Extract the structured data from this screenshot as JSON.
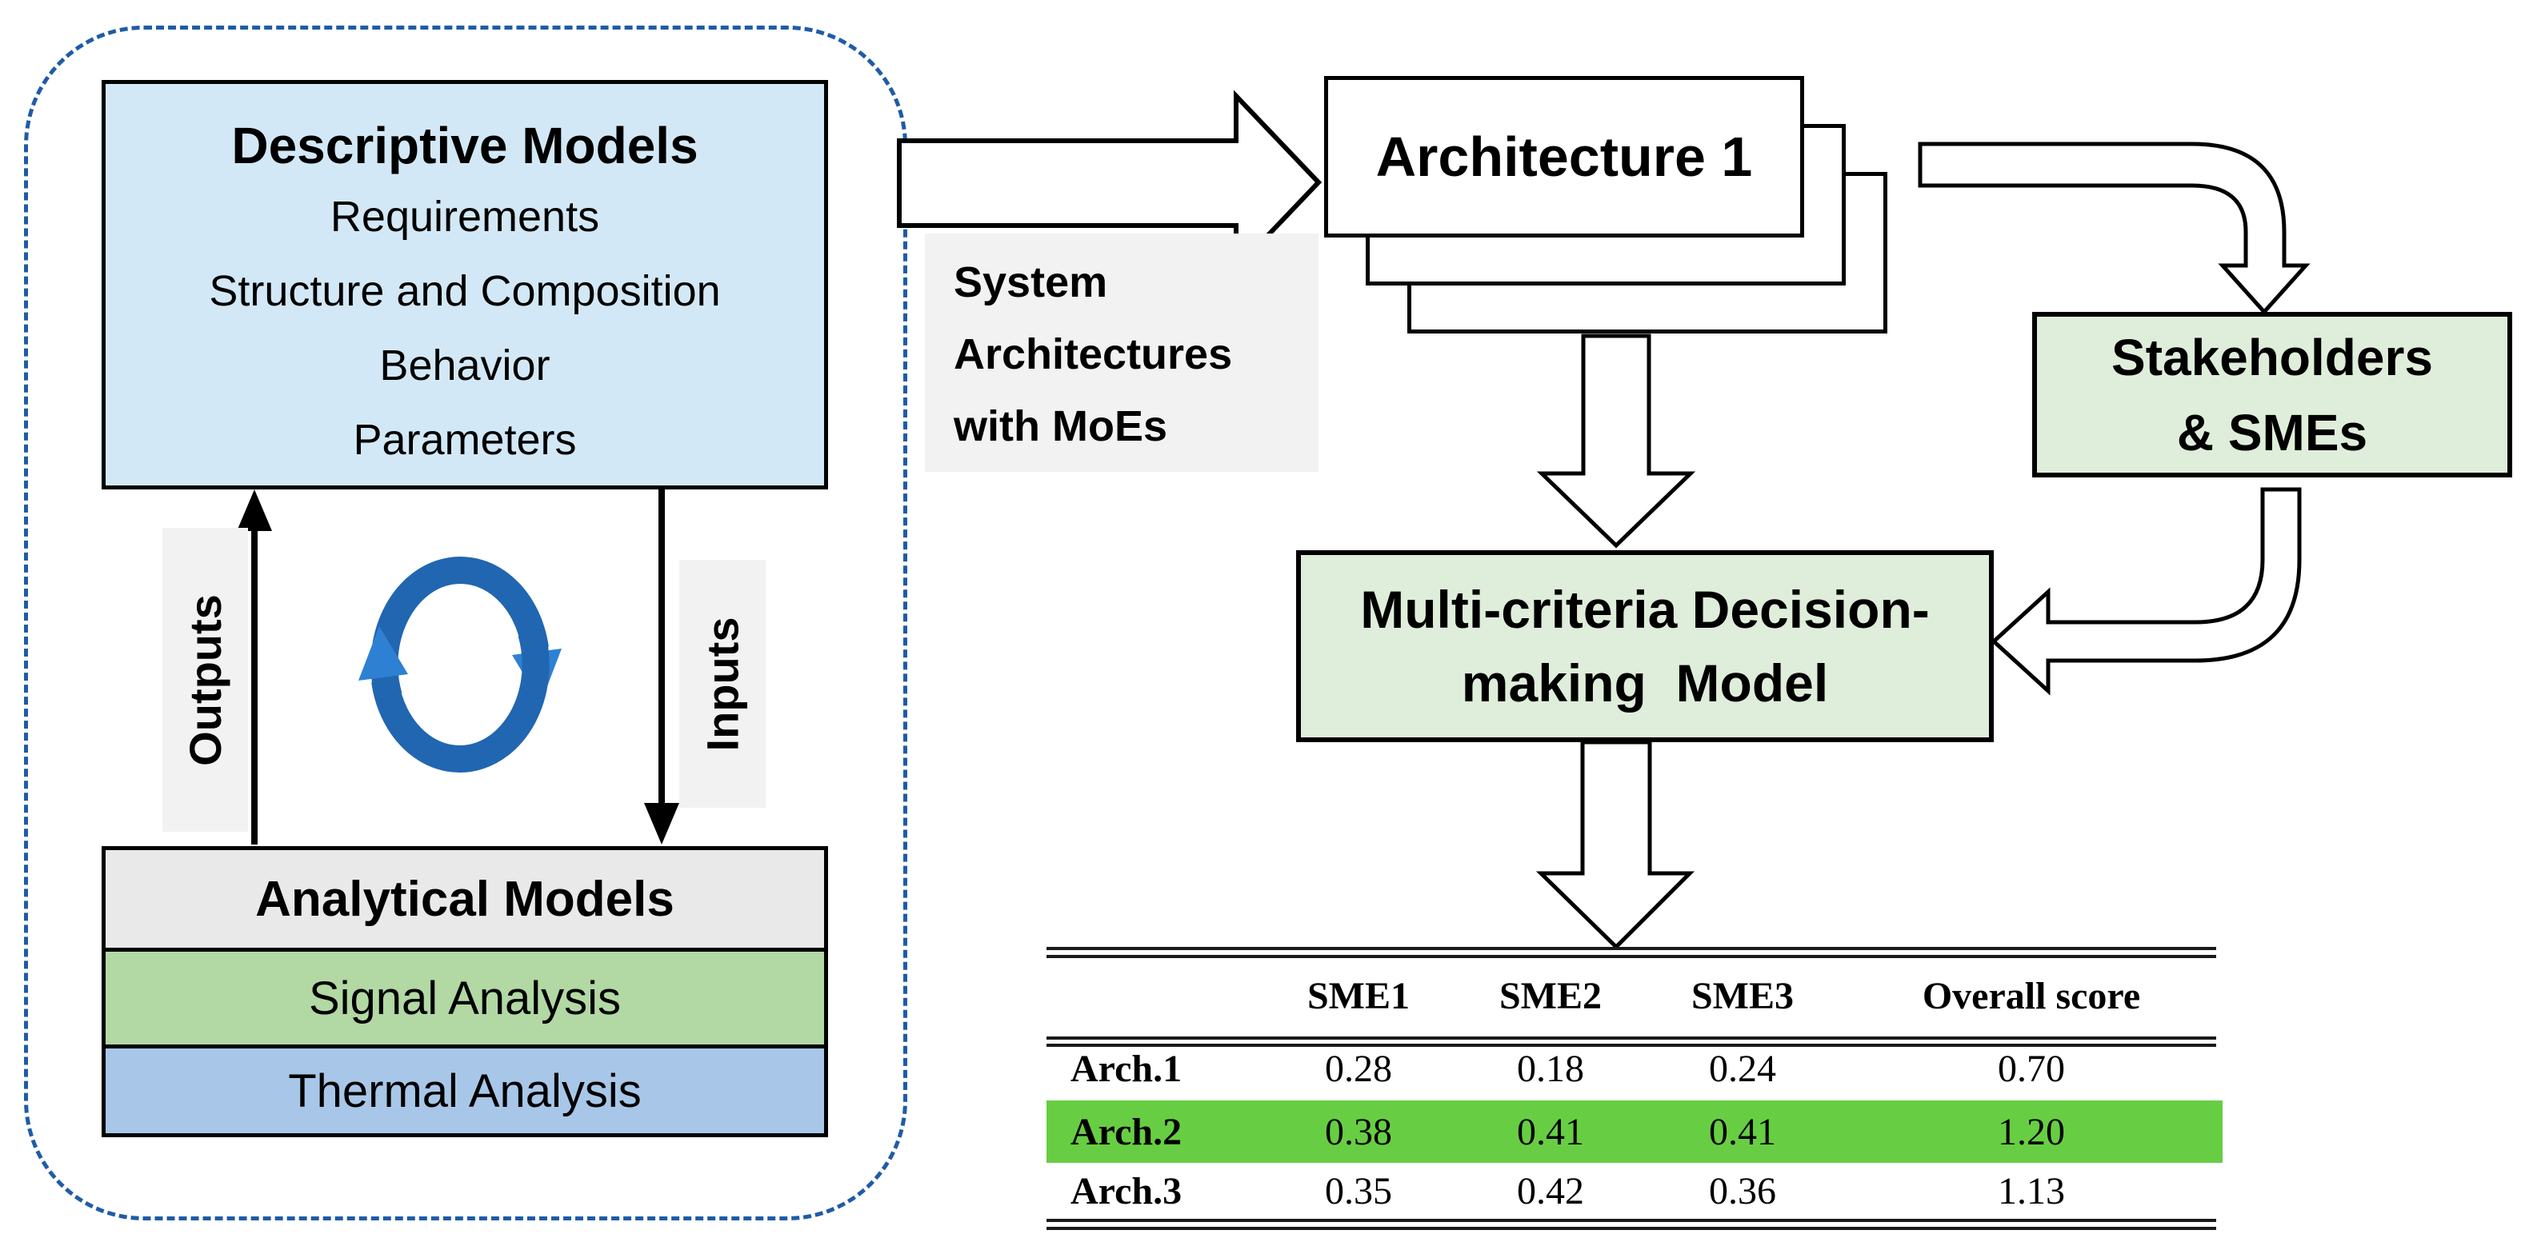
{
  "diagram": {
    "descriptive": {
      "title": "Descriptive Models",
      "items": [
        "Requirements",
        "Structure and Composition",
        "Behavior",
        "Parameters"
      ]
    },
    "outputs_label": "Outputs",
    "inputs_label": "Inputs",
    "analytical": {
      "title": "Analytical Models",
      "rows": [
        "Signal Analysis",
        "Thermal Analysis"
      ]
    },
    "system_arch_label": {
      "lines": [
        "System",
        "Architectures",
        "with MoEs"
      ]
    },
    "architecture_card": "Architecture 1",
    "stakeholders": {
      "lines": [
        "Stakeholders",
        "& SMEs"
      ]
    },
    "mcdm": {
      "lines": [
        "Multi-criteria Decision-",
        "making  Model"
      ]
    }
  },
  "table": {
    "columns": [
      "",
      "SME1",
      "SME2",
      "SME3",
      "Overall score"
    ],
    "rows": [
      {
        "label": "Arch.1",
        "values": [
          "0.28",
          "0.18",
          "0.24",
          "0.70"
        ],
        "highlight": false
      },
      {
        "label": "Arch.2",
        "values": [
          "0.38",
          "0.41",
          "0.41",
          "1.20"
        ],
        "highlight": true
      },
      {
        "label": "Arch.3",
        "values": [
          "0.35",
          "0.42",
          "0.36",
          "1.13"
        ],
        "highlight": false
      }
    ]
  },
  "colors": {
    "dashed_border": "#1f5ba8",
    "descriptive_fill": "#d3e8f6",
    "label_bg": "#f2f2f2",
    "analytical_header_fill": "#e9e9e9",
    "signal_fill": "#b2d8a4",
    "thermal_fill": "#a8c7e8",
    "pale_green_fill": "#dfeeda",
    "table_highlight": "#67ce43",
    "cycle_arc": "#2166b1",
    "cycle_arrowhead": "#2e80d3"
  }
}
